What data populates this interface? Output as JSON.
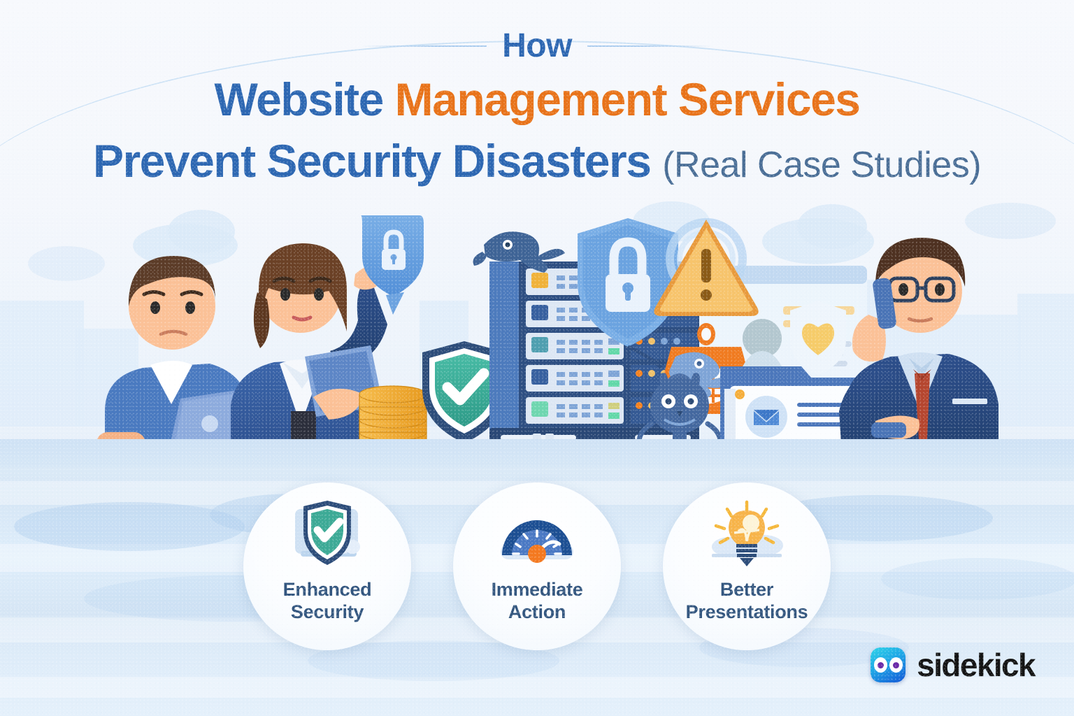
{
  "header": {
    "eyebrow": "How",
    "title_line1_part1": "Website ",
    "title_line1_part2": "Management Services",
    "title_line2_main": "Prevent Security Disasters ",
    "title_line2_sub": "(Real Case Studies)"
  },
  "colors": {
    "brand_blue": "#2d67b2",
    "brand_orange": "#e8731a",
    "subtitle_blue": "#4a6e96",
    "badge_text": "#33567f",
    "shield_teal": "#3daa96",
    "shield_navy": "#2d4d7a",
    "gauge_navy": "#1d4f93",
    "gauge_orange": "#f47920",
    "bulb_orange": "#f8b14a",
    "warning_amber": "#f7c46c",
    "coin_gold": "#f0a830",
    "background": "#f4f7fc",
    "bottom_band": "#d9e8f6"
  },
  "badges": [
    {
      "icon": "shield-check-icon",
      "label_line1": "Enhanced",
      "label_line2": "Security"
    },
    {
      "icon": "speedometer-icon",
      "label_line1": "Immediate",
      "label_line2": "Action"
    },
    {
      "icon": "lightbulb-icon",
      "label_line1": "Better",
      "label_line2": "Presentations"
    }
  ],
  "scene": {
    "figures": [
      {
        "name": "worried-man-with-laptop",
        "device": "laptop"
      },
      {
        "name": "businesswoman-with-tablet",
        "device": "tablet"
      },
      {
        "name": "businessman-on-phone",
        "device": "smartphone"
      }
    ],
    "icons": [
      "lock-shield-badge",
      "green-check-shield",
      "coin-stack",
      "server-rack",
      "blue-lock-shield",
      "warning-triangle",
      "orange-alert-bell",
      "bug-malware",
      "bird-virus",
      "email-card",
      "heart-shield"
    ]
  },
  "logo": {
    "word": "sidekick",
    "mark": "sidekick-ghost-icon"
  }
}
